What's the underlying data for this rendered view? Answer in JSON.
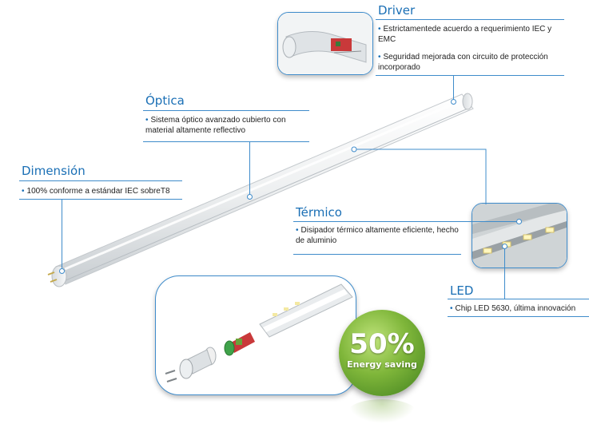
{
  "badge": {
    "percent": "50%",
    "label": "Energy saving"
  },
  "callouts": {
    "driver": {
      "title": "Driver",
      "bullets": [
        "Estrictamentede acuerdo a requerimiento IEC y EMC",
        "Seguridad mejorada con circuito de protección incorporado"
      ]
    },
    "optica": {
      "title": "Óptica",
      "bullets": [
        "Sistema óptico avanzado cubierto con material altamente reflectivo"
      ]
    },
    "dimension": {
      "title": "Dimensión",
      "bullets": [
        "100% conforme a estándar IEC sobreT8"
      ]
    },
    "termico": {
      "title": "Térmico",
      "bullets": [
        "Disipador térmico altamente eficiente, hecho de aluminio"
      ]
    },
    "led": {
      "title": "LED",
      "bullets": [
        "Chip LED 5630, última innovación"
      ]
    }
  },
  "colors": {
    "accent": "#1a6fb5",
    "line": "#3f8ccb",
    "badge": "#7fb63a"
  }
}
